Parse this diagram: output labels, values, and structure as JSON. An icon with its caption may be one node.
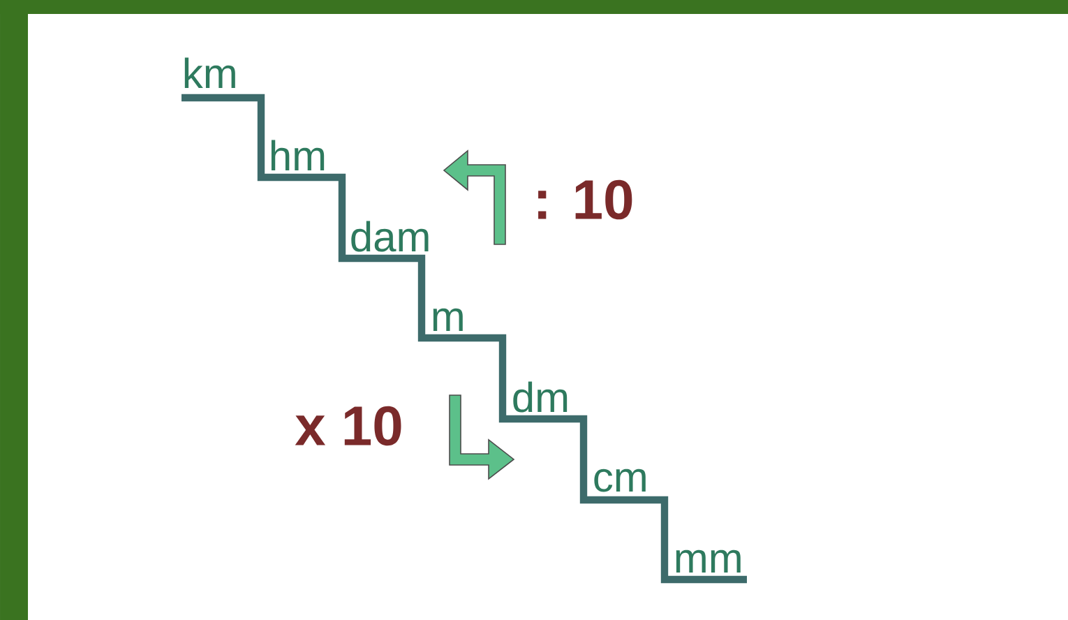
{
  "diagram": {
    "labels": [
      "km",
      "hm",
      ": 10",
      "dam",
      "m",
      "dm",
      "x 10",
      "cm",
      "mm"
    ]
  }
}
